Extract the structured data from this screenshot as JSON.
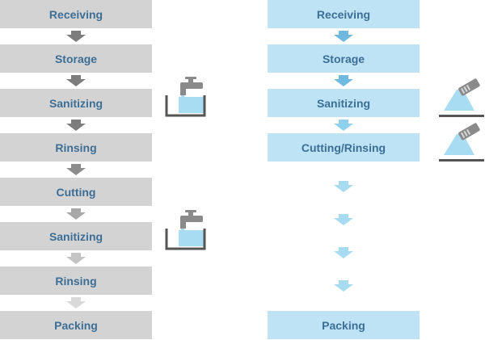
{
  "left_flow": {
    "steps": [
      "Receiving",
      "Storage",
      "Sanitizing",
      "Rinsing",
      "Cutting",
      "Sanitizing",
      "Rinsing",
      "Packing"
    ]
  },
  "right_flow": {
    "steps": [
      "Receiving",
      "Storage",
      "Sanitizing",
      "Cutting/Rinsing",
      "Packing"
    ]
  },
  "colors": {
    "left_box": "#d3d3d3",
    "right_box": "#bde3f5",
    "label_text": "#3d6e96",
    "arrow_dark": "#7d7d7d",
    "arrow_light": "#c9c9c9",
    "arrow_blue": "#8fd0ee",
    "water": "#a8dcf3"
  },
  "icons": {
    "faucet_basin": "faucet-basin-icon",
    "spray_nozzle": "spray-nozzle-icon"
  }
}
